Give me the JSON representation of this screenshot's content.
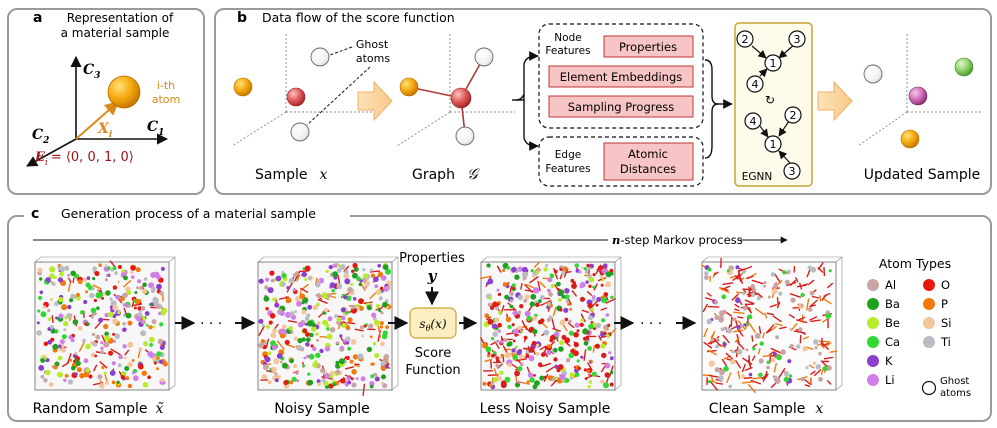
{
  "panel_a": {
    "letter": "a",
    "title_line1": "Representation of",
    "title_line2": "a material sample",
    "axis_c3": "C",
    "axis_c3_sub": "3",
    "axis_c2": "C",
    "axis_c2_sub": "2",
    "axis_c1": "C",
    "axis_c1_sub": "1",
    "atom_label_line1": "i-th",
    "atom_label_line2": "atom",
    "position_label": "X",
    "position_sub": "i",
    "embedding_label": "E",
    "embedding_sub": "i",
    "embedding_value": "= ⟨0, 0, 1, 0⟩"
  },
  "panel_b": {
    "letter": "b",
    "title": "Data flow of the score function",
    "ghost_label_line1": "Ghost",
    "ghost_label_line2": "atoms",
    "sample_label": "Sample",
    "sample_symbol": "x",
    "graph_label": "Graph",
    "graph_symbol": "𝒢",
    "node_features_line1": "Node",
    "node_features_line2": "Features",
    "properties_box": "Properties",
    "element_embeddings_box": "Element Embeddings",
    "sampling_progress_box": "Sampling Progress",
    "edge_features_line1": "Edge",
    "edge_features_line2": "Features",
    "atomic_distances_line1": "Atomic",
    "atomic_distances_line2": "Distances",
    "egnn_label": "EGNN",
    "node_1": "1",
    "node_2": "2",
    "node_3": "3",
    "node_4": "4",
    "cycle_symbol": "↻",
    "updated_sample_label": "Updated Sample"
  },
  "panel_c": {
    "letter": "c",
    "title": "Generation process of a material sample",
    "markov_label_symbol": "n",
    "markov_label_text": "-step Markov process",
    "dots": "· · ·",
    "properties_label": "Properties",
    "properties_symbol": "y",
    "score_function_symbol": "s",
    "score_function_sub": "θ",
    "score_function_arg": "(x)",
    "score_function_line1": "Score",
    "score_function_line2": "Function",
    "random_sample_label": "Random Sample",
    "random_sample_symbol": "x̃",
    "noisy_sample_label": "Noisy Sample",
    "less_noisy_sample_label": "Less Noisy Sample",
    "clean_sample_label": "Clean Sample",
    "clean_sample_symbol": "x",
    "legend_title": "Atom Types",
    "legend": [
      {
        "label": "Al",
        "color": "#c8a4a4"
      },
      {
        "label": "Ba",
        "color": "#1fa11f"
      },
      {
        "label": "Be",
        "color": "#b6ec2c"
      },
      {
        "label": "Ca",
        "color": "#33d733"
      },
      {
        "label": "K",
        "color": "#8a3fcf"
      },
      {
        "label": "Li",
        "color": "#d27ee8"
      },
      {
        "label": "O",
        "color": "#e8170f"
      },
      {
        "label": "P",
        "color": "#f07a0c"
      },
      {
        "label": "Si",
        "color": "#f3c59a"
      },
      {
        "label": "Ti",
        "color": "#b9bcc2"
      }
    ],
    "ghost_legend_line1": "Ghost",
    "ghost_legend_line2": "atoms"
  }
}
